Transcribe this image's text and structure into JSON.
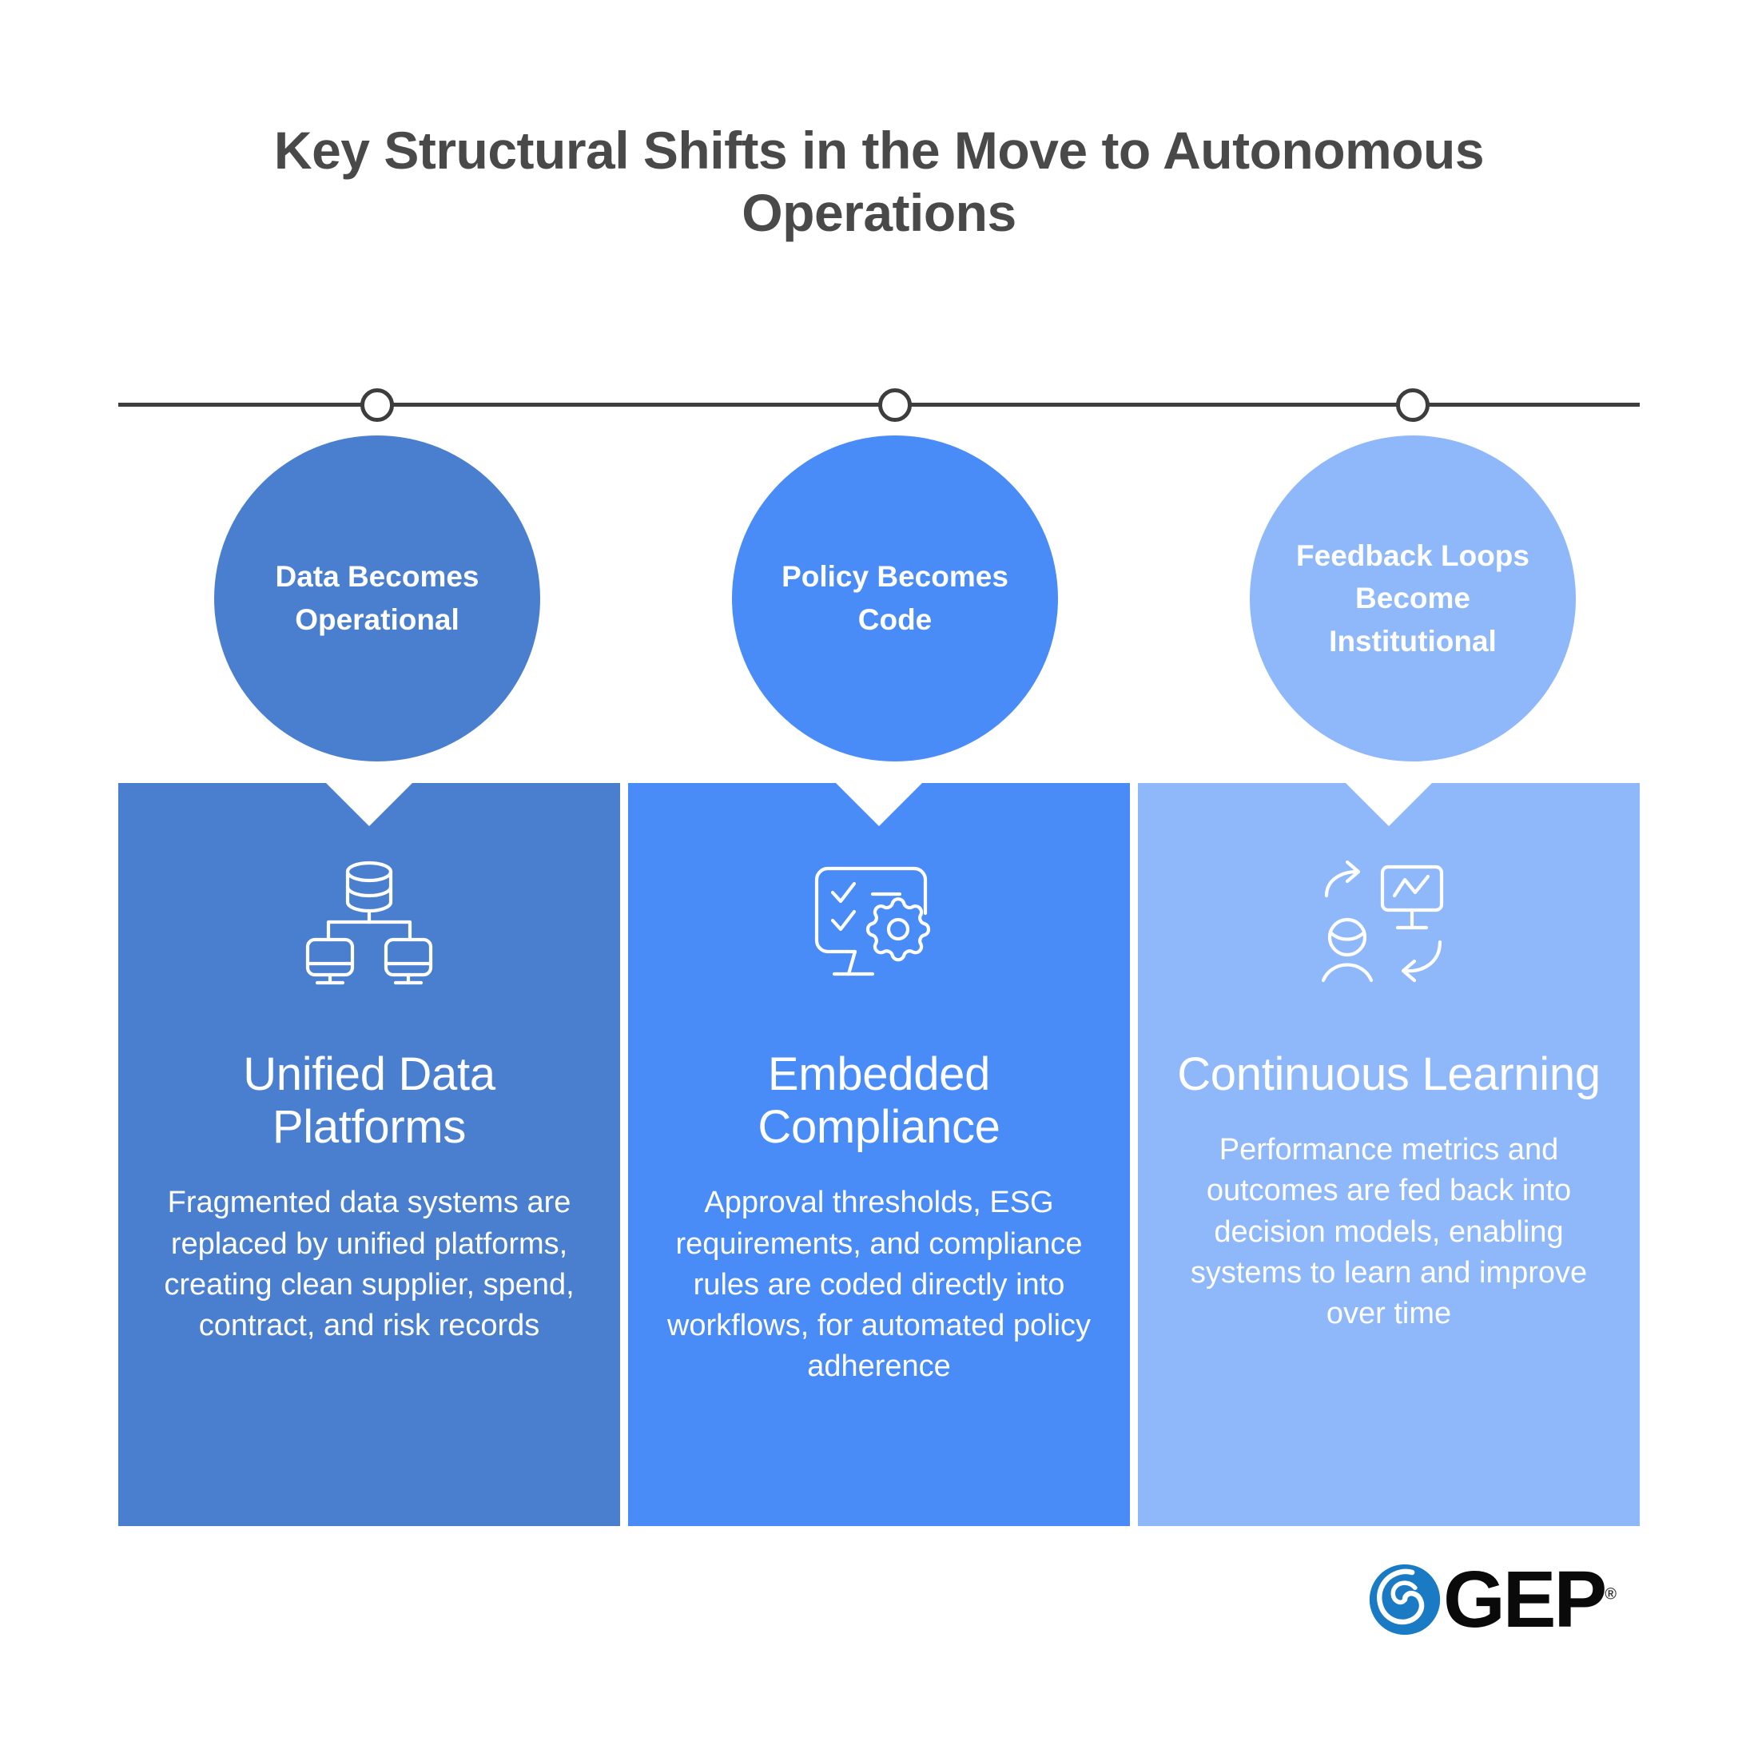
{
  "page": {
    "title": "Key Structural Shifts in the Move to Autonomous Operations",
    "background_color": "#ffffff",
    "title_color": "#494949"
  },
  "timeline": {
    "line_color": "#3d3d3d",
    "marker_fill": "#ffffff",
    "marker_count": 3
  },
  "phases": [
    {
      "label": "Data Becomes Operational",
      "color": "#4a7fd0",
      "marker_name": "timeline-marker-1"
    },
    {
      "label": "Policy Becomes Code",
      "color": "#4a8cf7",
      "marker_name": "timeline-marker-2"
    },
    {
      "label": "Feedback Loops Become Institutional",
      "color": "#8fb8fb",
      "marker_name": "timeline-marker-3"
    }
  ],
  "panels": [
    {
      "icon": "database-monitors-icon",
      "heading": "Unified Data Platforms",
      "body": "Fragmented data systems are replaced by unified platforms, creating clean supplier, spend, contract, and risk records",
      "color": "#4a7fd0"
    },
    {
      "icon": "checklist-gear-icon",
      "heading": "Embedded Compliance",
      "body": "Approval thresholds, ESG requirements, and compliance rules are coded directly into workflows, for automated policy adherence",
      "color": "#4a8cf7"
    },
    {
      "icon": "person-chart-feedback-icon",
      "heading": "Continuous Learning",
      "body": "Performance metrics and outcomes are fed back into decision models, enabling systems to learn and improve over time",
      "color": "#8fb8fb"
    }
  ],
  "logo": {
    "text": "GEP",
    "registered_mark": "®",
    "mark_color": "#1a7ac4",
    "text_color": "#0a0a0a"
  }
}
